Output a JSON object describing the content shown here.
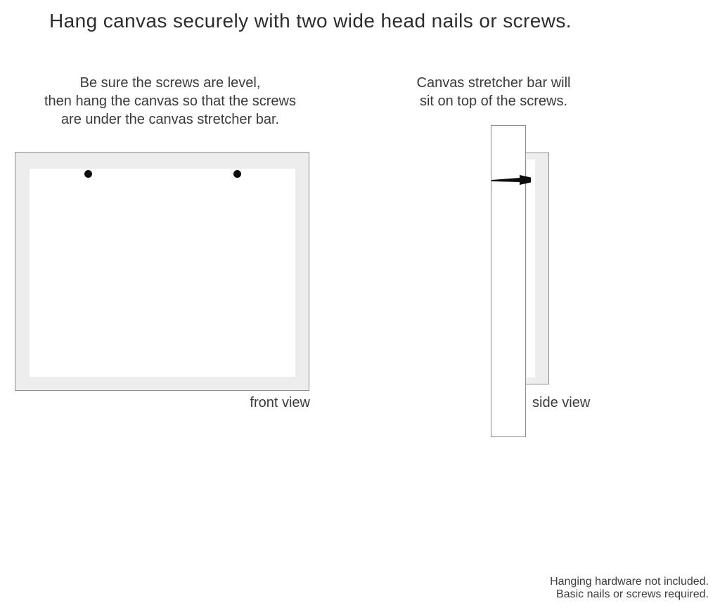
{
  "title": "Hang canvas securely with two wide head nails or screws.",
  "instructions": {
    "left": {
      "lines": [
        "Be sure the screws are level,",
        "then hang the canvas so that the screws",
        "are under the canvas stretcher bar."
      ]
    },
    "right": {
      "lines": [
        "Canvas stretcher bar will",
        "sit on top of the screws."
      ]
    }
  },
  "front_view": {
    "label": "front view",
    "nail_count": 2
  },
  "side_view": {
    "label": "side view"
  },
  "footer": {
    "lines": [
      "Hanging hardware not included.",
      "Basic nails or screws required."
    ]
  },
  "colors": {
    "background": "#ffffff",
    "canvas_fill": "#ededed",
    "outline": "#8c8c8c",
    "text": "#3a3a3a",
    "nail": "#0d0d0d"
  }
}
